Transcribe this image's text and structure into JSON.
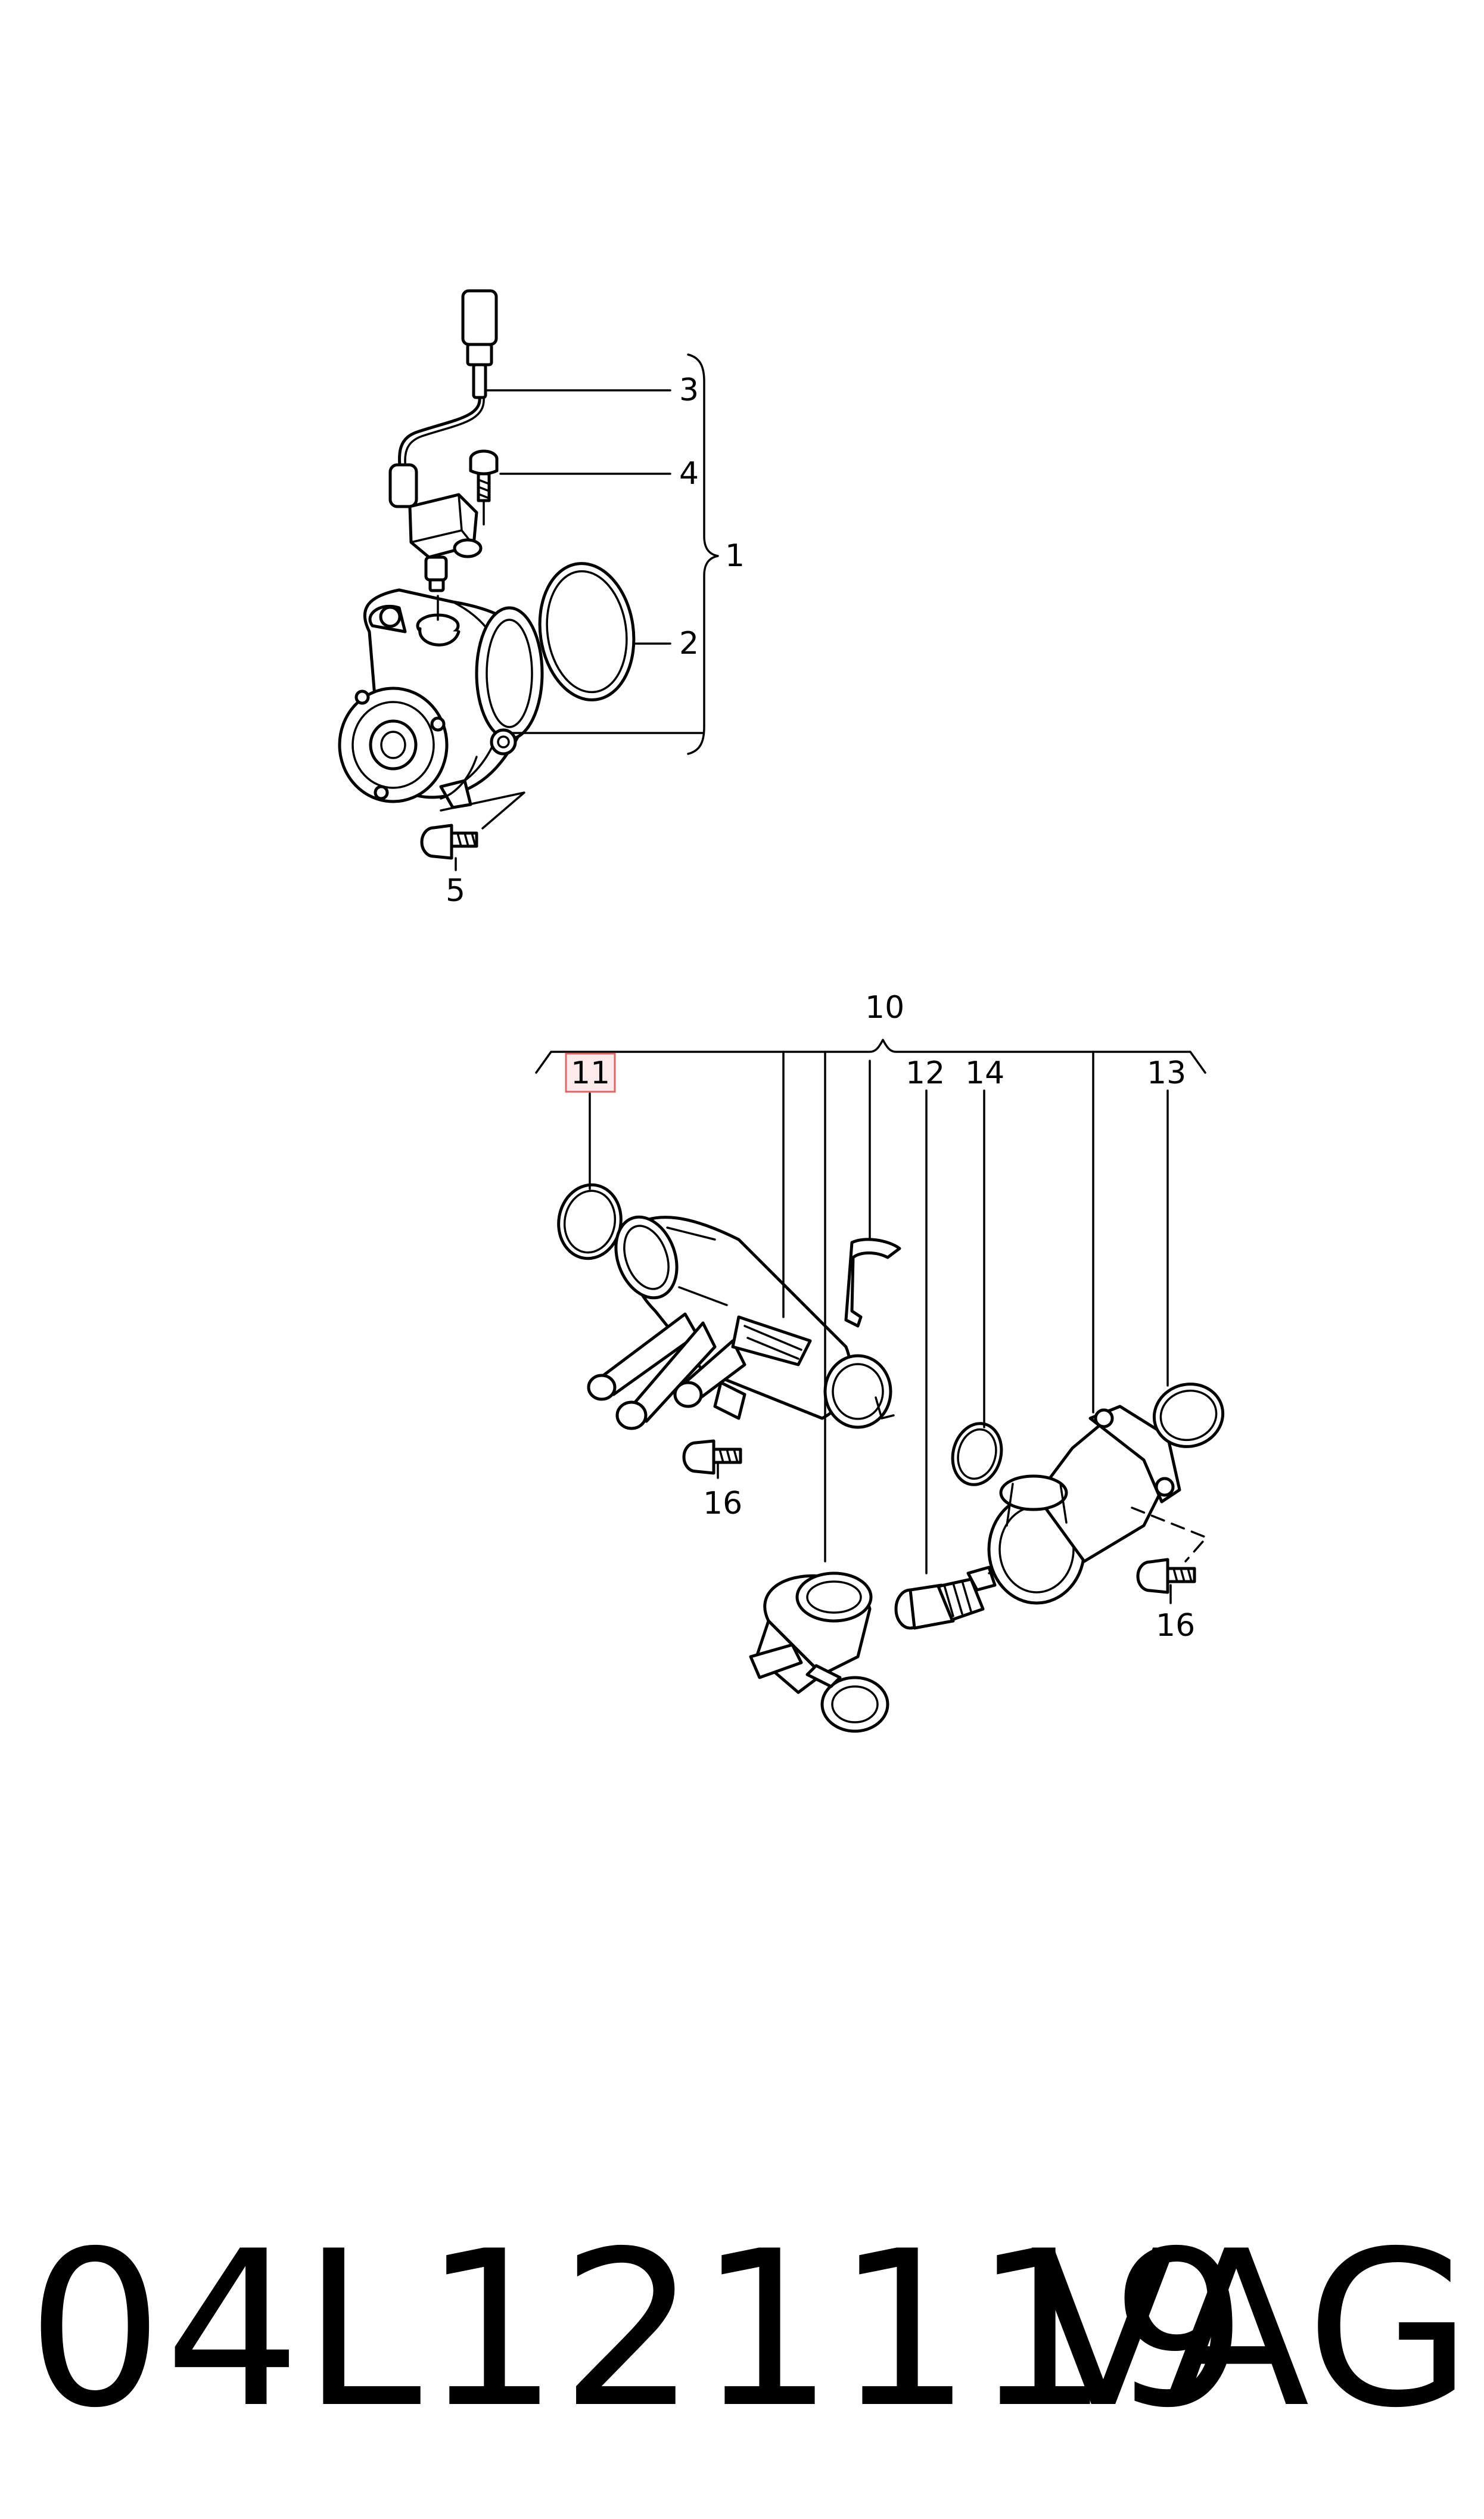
{
  "callouts": {
    "c1": "1",
    "c2": "2",
    "c3": "3",
    "c4": "4",
    "c5": "5",
    "c10": "10",
    "c11": "11",
    "c12": "12",
    "c13": "13",
    "c14": "14",
    "c16a": "16",
    "c16b": "16"
  },
  "highlight_color": "#e06666",
  "footer": {
    "part_number": "04L121119",
    "brand": "VAG"
  }
}
